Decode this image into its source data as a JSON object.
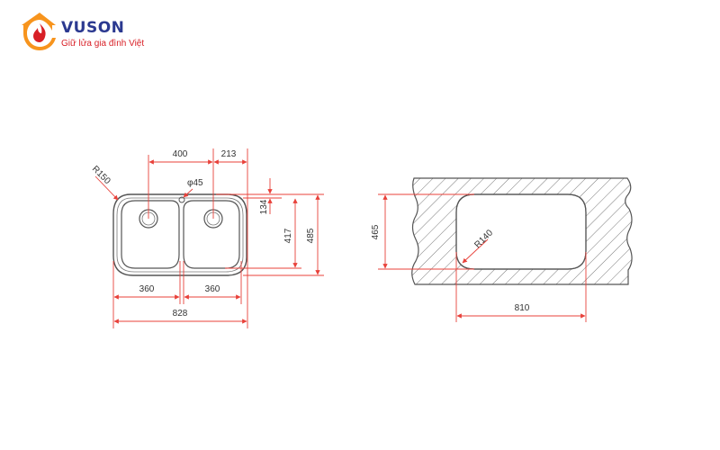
{
  "brand": {
    "name": "VUSON",
    "slogan": "Giữ lửa gia đình Việt",
    "logo_icon": "house-flame-logo-icon",
    "colors": {
      "orange": "#f7941d",
      "red": "#d81f26",
      "blue": "#2b3990"
    }
  },
  "sink_top_view": {
    "dimensions": {
      "radius": "R150",
      "bowl_spacing": "400",
      "right_offset": "213",
      "tap_hole": "φ45",
      "tap_to_top": "134",
      "bowl_depth": "417",
      "overall_depth": "485",
      "left_bowl_width": "360",
      "right_bowl_width": "360",
      "overall_width": "828"
    }
  },
  "cutout_view": {
    "dimensions": {
      "depth": "465",
      "radius": "R140",
      "width": "810"
    }
  },
  "colors": {
    "dimension_line": "#e8413a",
    "outline": "#555555",
    "hatch": "#7a7a7a",
    "text": "#333333"
  }
}
